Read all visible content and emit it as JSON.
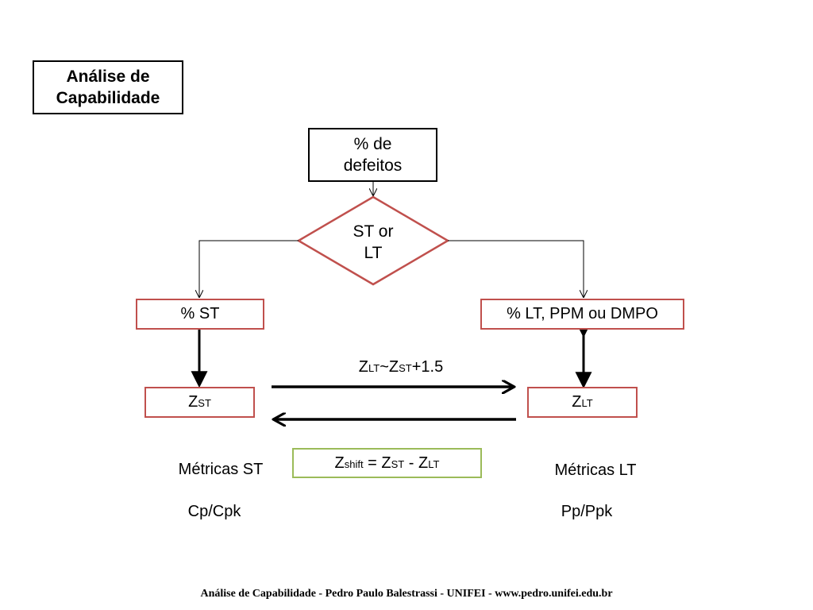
{
  "title": {
    "line1": "Análise de",
    "line2": "Capabilidade"
  },
  "top_node": {
    "line1": "% de",
    "line2": "defeitos"
  },
  "decision": {
    "line1": "ST or",
    "line2": "LT"
  },
  "st_node": "% ST",
  "lt_node": "% LT, PPM ou DMPO",
  "zst": {
    "main": "Z",
    "sub": "ST"
  },
  "zlt": {
    "main": "Z",
    "sub": "LT"
  },
  "relation": {
    "z1": "Z",
    "s1": "LT",
    "tilde": "~",
    "z2": "Z",
    "s2": "ST",
    "tail": "+1.5"
  },
  "zshift": {
    "z1": "Z",
    "s1": "shift",
    "eq": " = ",
    "z2": "Z",
    "s2": "ST",
    "minus": " - ",
    "z3": "Z",
    "s3": "LT"
  },
  "metrics_st": {
    "label": "Métricas ST",
    "indices": "Cp/Cpk"
  },
  "metrics_lt": {
    "label": "Métricas LT",
    "indices": "Pp/Ppk"
  },
  "footer": "Análise de Capabilidade - Pedro Paulo Balestrassi - UNIFEI -  www.pedro.unifei.edu.br",
  "colors": {
    "red_border": "#c0504d",
    "green_border": "#9bbb59",
    "line": "#000000"
  }
}
